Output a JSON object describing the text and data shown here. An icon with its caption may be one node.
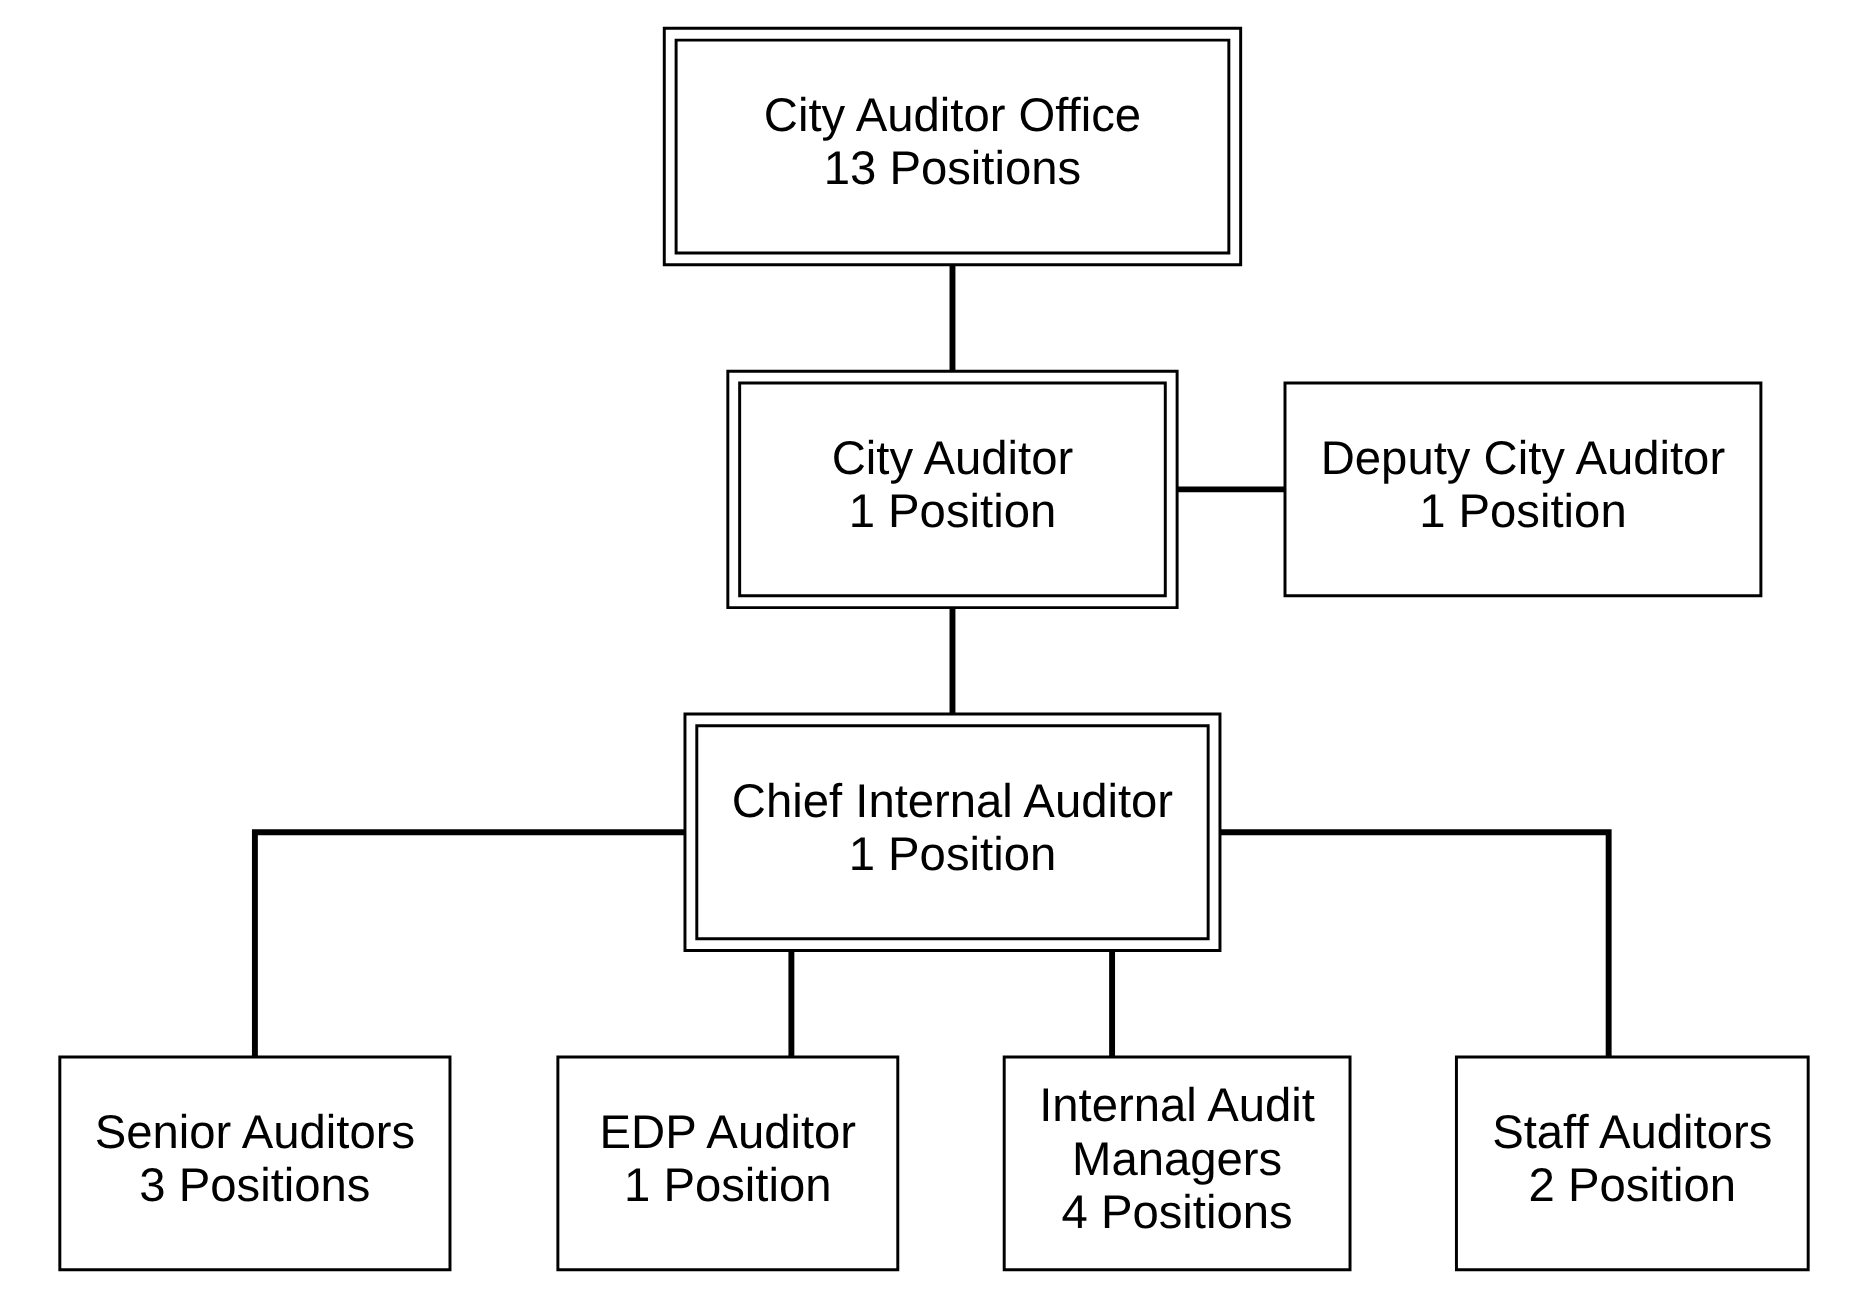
{
  "diagram": {
    "nodes": [
      {
        "text": [
          "City Auditor Office",
          "13 Positions"
        ]
      },
      {
        "text": [
          "City Auditor",
          "1 Position"
        ]
      },
      {
        "text": [
          "Deputy City Auditor",
          "1 Position"
        ]
      },
      {
        "text": [
          "Chief Internal Auditor",
          "1 Position"
        ]
      },
      {
        "text": [
          "Senior Auditors",
          "3 Positions"
        ]
      },
      {
        "text": [
          "EDP Auditor",
          "1 Position"
        ]
      },
      {
        "text": [
          "Internal Audit Managers",
          "4 Positions"
        ]
      },
      {
        "text": [
          "Staff Auditors",
          "2 Position"
        ]
      }
    ],
    "edges": [
      {
        "from": 0,
        "to": 1,
        "arrow": "none"
      },
      {
        "from": 1,
        "to": 2,
        "arrow": "none"
      },
      {
        "from": 1,
        "to": 3,
        "arrow": "none"
      },
      {
        "from": 3,
        "to": 4,
        "arrow": "none"
      },
      {
        "from": 3,
        "to": 5,
        "arrow": "none"
      },
      {
        "from": 3,
        "to": 6,
        "arrow": "none"
      },
      {
        "from": 3,
        "to": 7,
        "arrow": "none"
      }
    ]
  }
}
